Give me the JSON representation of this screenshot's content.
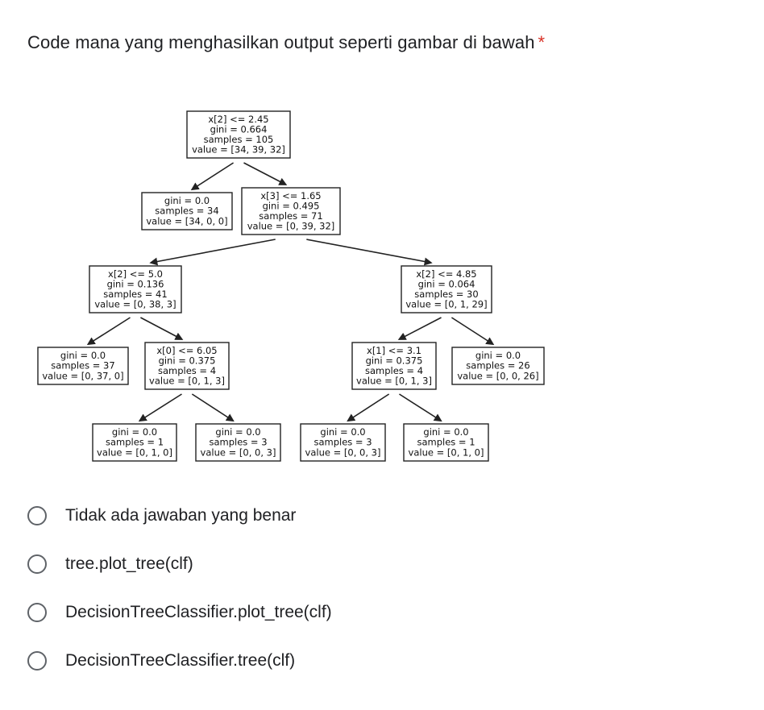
{
  "question": {
    "text": "Code mana yang menghasilkan output seperti gambar di bawah",
    "required_mark": "*"
  },
  "tree": {
    "nodes": [
      {
        "id": "root",
        "lines": [
          "x[2] <= 2.45",
          "gini = 0.664",
          "samples = 105",
          "value = [34, 39, 32]"
        ]
      },
      {
        "id": "n1",
        "lines": [
          "gini = 0.0",
          "samples = 34",
          "value = [34, 0, 0]"
        ]
      },
      {
        "id": "n2",
        "lines": [
          "x[3] <= 1.65",
          "gini = 0.495",
          "samples = 71",
          "value = [0, 39, 32]"
        ]
      },
      {
        "id": "n3",
        "lines": [
          "x[2] <= 5.0",
          "gini = 0.136",
          "samples = 41",
          "value = [0, 38, 3]"
        ]
      },
      {
        "id": "n4",
        "lines": [
          "x[2] <= 4.85",
          "gini = 0.064",
          "samples = 30",
          "value = [0, 1, 29]"
        ]
      },
      {
        "id": "n5",
        "lines": [
          "gini = 0.0",
          "samples = 37",
          "value = [0, 37, 0]"
        ]
      },
      {
        "id": "n6",
        "lines": [
          "x[0] <= 6.05",
          "gini = 0.375",
          "samples = 4",
          "value = [0, 1, 3]"
        ]
      },
      {
        "id": "n7",
        "lines": [
          "x[1] <= 3.1",
          "gini = 0.375",
          "samples = 4",
          "value = [0, 1, 3]"
        ]
      },
      {
        "id": "n8",
        "lines": [
          "gini = 0.0",
          "samples = 26",
          "value = [0, 0, 26]"
        ]
      },
      {
        "id": "n9",
        "lines": [
          "gini = 0.0",
          "samples = 1",
          "value = [0, 1, 0]"
        ]
      },
      {
        "id": "n10",
        "lines": [
          "gini = 0.0",
          "samples = 3",
          "value = [0, 0, 3]"
        ]
      },
      {
        "id": "n11",
        "lines": [
          "gini = 0.0",
          "samples = 3",
          "value = [0, 0, 3]"
        ]
      },
      {
        "id": "n12",
        "lines": [
          "gini = 0.0",
          "samples = 1",
          "value = [0, 1, 0]"
        ]
      }
    ],
    "edges": [
      [
        "root",
        "n1"
      ],
      [
        "root",
        "n2"
      ],
      [
        "n2",
        "n3"
      ],
      [
        "n2",
        "n4"
      ],
      [
        "n3",
        "n5"
      ],
      [
        "n3",
        "n6"
      ],
      [
        "n4",
        "n7"
      ],
      [
        "n4",
        "n8"
      ],
      [
        "n6",
        "n9"
      ],
      [
        "n6",
        "n10"
      ],
      [
        "n7",
        "n11"
      ],
      [
        "n7",
        "n12"
      ]
    ]
  },
  "options": [
    {
      "label": "Tidak ada jawaban yang benar"
    },
    {
      "label": "tree.plot_tree(clf)"
    },
    {
      "label": "DecisionTreeClassifier.plot_tree(clf)"
    },
    {
      "label": "DecisionTreeClassifier.tree(clf)"
    }
  ]
}
